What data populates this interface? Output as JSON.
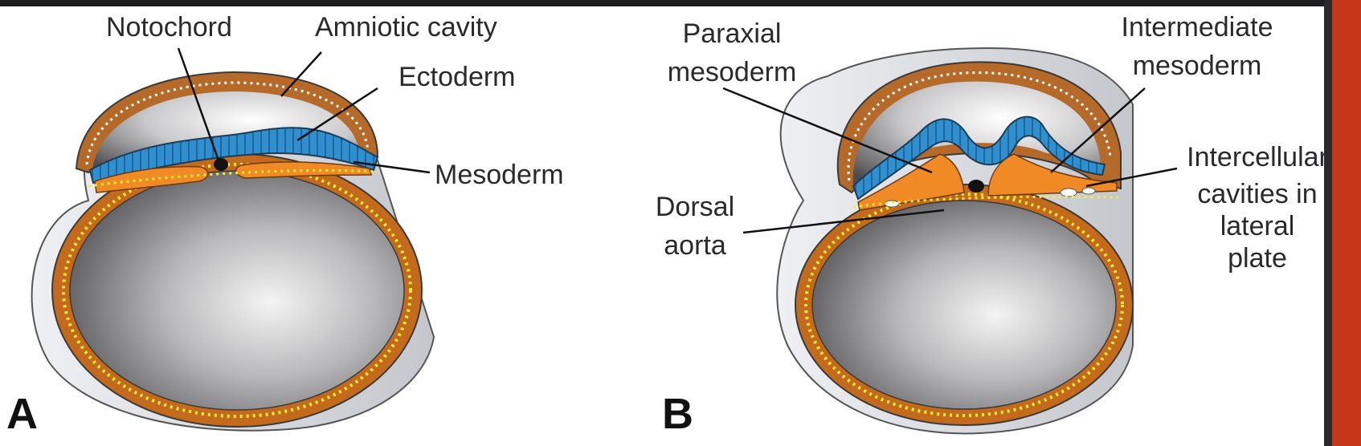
{
  "panel_a": {
    "letter": "A",
    "labels": {
      "notochord": "Notochord",
      "amniotic_cavity": "Amniotic cavity",
      "ectoderm": "Ectoderm",
      "mesoderm": "Mesoderm"
    }
  },
  "panel_b": {
    "letter": "B",
    "labels": {
      "paraxial_1": "Paraxial",
      "paraxial_2": "mesoderm",
      "intermediate_1": "Intermediate",
      "intermediate_2": "mesoderm",
      "intercellular_1": "Intercellular",
      "intercellular_2": "cavities in",
      "intercellular_3": "lateral",
      "intercellular_4": "plate",
      "dorsal_1": "Dorsal",
      "dorsal_2": "aorta"
    }
  },
  "colors": {
    "ectoderm": "#2f8fcf",
    "mesoderm": "#f08a24",
    "endoderm_rim": "#c46a1c",
    "yolk_dots": "#f4ee3a",
    "amnion_dots": "#ffffff",
    "outer_membrane": "#d4d6da",
    "cavity_dark": "#5a5a5c",
    "edge_stripe": "#c8361a"
  }
}
